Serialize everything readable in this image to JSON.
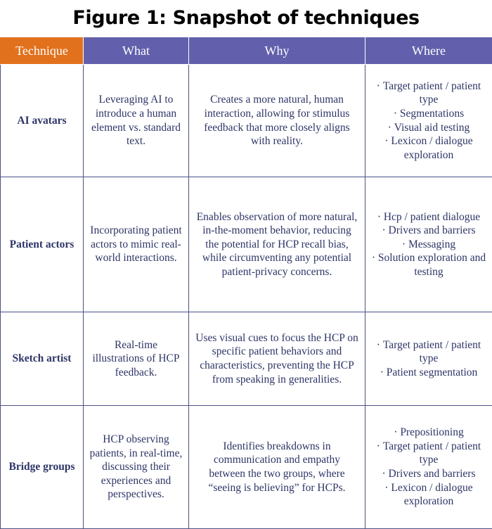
{
  "figure": {
    "title": "Figure 1: Snapshot of techniques",
    "colors": {
      "header_accent": "#e2711d",
      "header_primary": "#6260ac",
      "body_text": "#2e3566",
      "grid_line": "#4a5285",
      "background": "#ffffff"
    }
  },
  "table": {
    "columns": [
      {
        "key": "technique",
        "label": "Technique"
      },
      {
        "key": "what",
        "label": "What"
      },
      {
        "key": "why",
        "label": "Why"
      },
      {
        "key": "where",
        "label": "Where"
      }
    ],
    "rows": [
      {
        "technique": "AI avatars",
        "what": "Leveraging AI to introduce a human element vs. standard text.",
        "why": "Creates a more natural, human interaction, allowing for stimulus feedback that more closely aligns with reality.",
        "where": [
          "Target patient / patient type",
          "Segmentations",
          "Visual aid testing",
          "Lexicon / dialogue exploration"
        ]
      },
      {
        "technique": "Patient actors",
        "what": "Incorporating patient actors to mimic real-world interactions.",
        "why": "Enables observation of more natural, in-the-moment behavior, reducing the potential for HCP recall bias, while circumventing any potential patient-privacy concerns.",
        "where": [
          "Hcp / patient dialogue",
          "Drivers and barriers",
          "Messaging",
          "Solution exploration and testing"
        ]
      },
      {
        "technique": "Sketch artist",
        "what": "Real-time illustrations of HCP feedback.",
        "why": "Uses visual cues to focus the HCP on specific patient behaviors and characteristics, preventing the HCP from speaking in generalities.",
        "where": [
          "Target patient / patient type",
          "Patient segmentation"
        ]
      },
      {
        "technique": "Bridge groups",
        "what": "HCP observing patients, in real-time, discussing their experiences and perspectives.",
        "why": "Identifies breakdowns in communication and empathy between the two groups, where “seeing is believing” for HCPs.",
        "where": [
          "Prepositioning",
          "Target patient / patient type",
          "Drivers and barriers",
          "Lexicon / dialogue exploration"
        ]
      }
    ],
    "bullet_glyph": "·"
  }
}
